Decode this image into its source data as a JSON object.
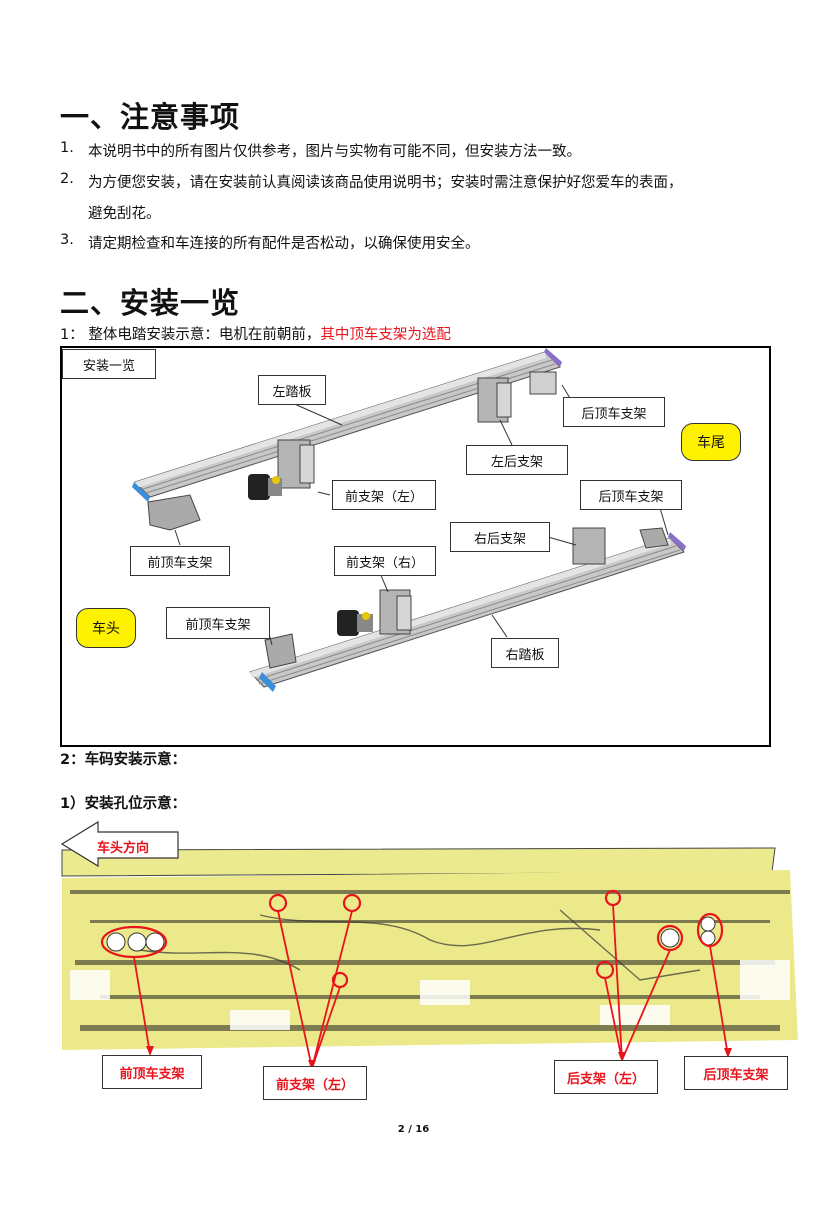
{
  "section1": {
    "title": "一、注意事项",
    "items": [
      {
        "num": "1.",
        "text": "本说明书中的所有图片仅供参考，图片与实物有可能不同，但安装方法一致。"
      },
      {
        "num": "2.",
        "text": "为方便您安装，请在安装前认真阅读该商品使用说明书；安装时需注意保护好您爱车的表面，",
        "cont": "避免刮花。"
      },
      {
        "num": "3.",
        "text": "请定期检查和车连接的所有配件是否松动，以确保使用安全。"
      }
    ]
  },
  "section2": {
    "title": "二、安装一览",
    "line1_prefix": "1：  整体电踏安装示意：电机在前朝前，",
    "line1_red": "其中顶车支架为选配",
    "diagram1": {
      "tag": "安装一览",
      "labels": {
        "left_board": "左踏板",
        "rear_top_bracket_1": "后顶车支架",
        "car_tail": "车尾",
        "left_rear_bracket": "左后支架",
        "front_bracket_left": "前支架（左）",
        "rear_top_bracket_2": "后顶车支架",
        "right_rear_bracket": "右后支架",
        "front_top_bracket_1": "前顶车支架",
        "front_bracket_right": "前支架（右）",
        "car_head": "车头",
        "front_top_bracket_2": "前顶车支架",
        "right_board": "右踏板"
      }
    },
    "line2": "2：车码安装示意：",
    "line3": "1）安装孔位示意：",
    "diagram2": {
      "direction": "车头方向",
      "labels": {
        "front_top": "前顶车支架",
        "front_left": "前支架（左）",
        "rear_left": "后支架（左）",
        "rear_top": "后顶车支架"
      }
    }
  },
  "footer": {
    "page": "2 / 16"
  }
}
